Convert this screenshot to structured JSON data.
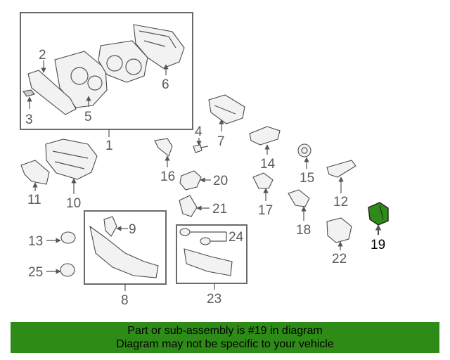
{
  "callouts": {
    "c1": "1",
    "c2": "2",
    "c3": "3",
    "c4": "4",
    "c5": "5",
    "c6": "6",
    "c7": "7",
    "c8": "8",
    "c9": "9",
    "c10": "10",
    "c11": "11",
    "c12": "12",
    "c13": "13",
    "c14": "14",
    "c15": "15",
    "c16": "16",
    "c17": "17",
    "c18": "18",
    "c19": "19",
    "c20": "20",
    "c21": "21",
    "c22": "22",
    "c23": "23",
    "c24": "24",
    "c25": "25"
  },
  "highlight": {
    "part_number": "19",
    "color": "#2f8b17"
  },
  "banner": {
    "line1": "Part or sub-assembly is #19 in diagram",
    "line2": "Diagram may not be specific to your vehicle",
    "background": "#2f8b17"
  }
}
